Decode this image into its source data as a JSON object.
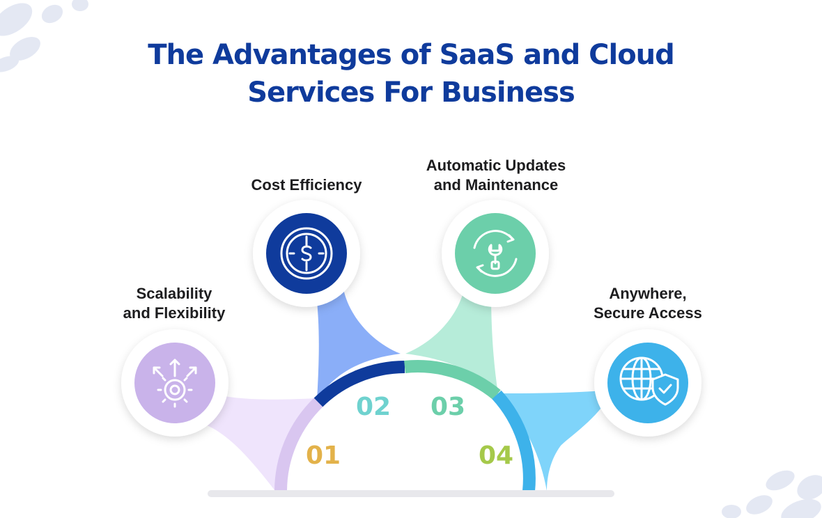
{
  "title": {
    "line1": "The Advantages of SaaS and Cloud",
    "line2": "Services For Business"
  },
  "steps": [
    {
      "number": "01",
      "label_line1": "Scalability",
      "label_line2": "and Flexibility",
      "icon": "gear-arrows-icon",
      "color": "#c9b3ea",
      "number_color": "#e3b24a"
    },
    {
      "number": "02",
      "label_line1": "Cost Efficiency",
      "label_line2": "",
      "icon": "stopwatch-dollar-icon",
      "color": "#0f3b9c",
      "number_color": "#6fd2cf"
    },
    {
      "number": "03",
      "label_line1": "Automatic Updates",
      "label_line2": "and Maintenance",
      "icon": "refresh-wrench-icon",
      "color": "#6ccfaa",
      "number_color": "#6ccfaa"
    },
    {
      "number": "04",
      "label_line1": "Anywhere,",
      "label_line2": "Secure Access",
      "icon": "globe-shield-icon",
      "color": "#3db2ea",
      "number_color": "#a5c94a"
    }
  ]
}
